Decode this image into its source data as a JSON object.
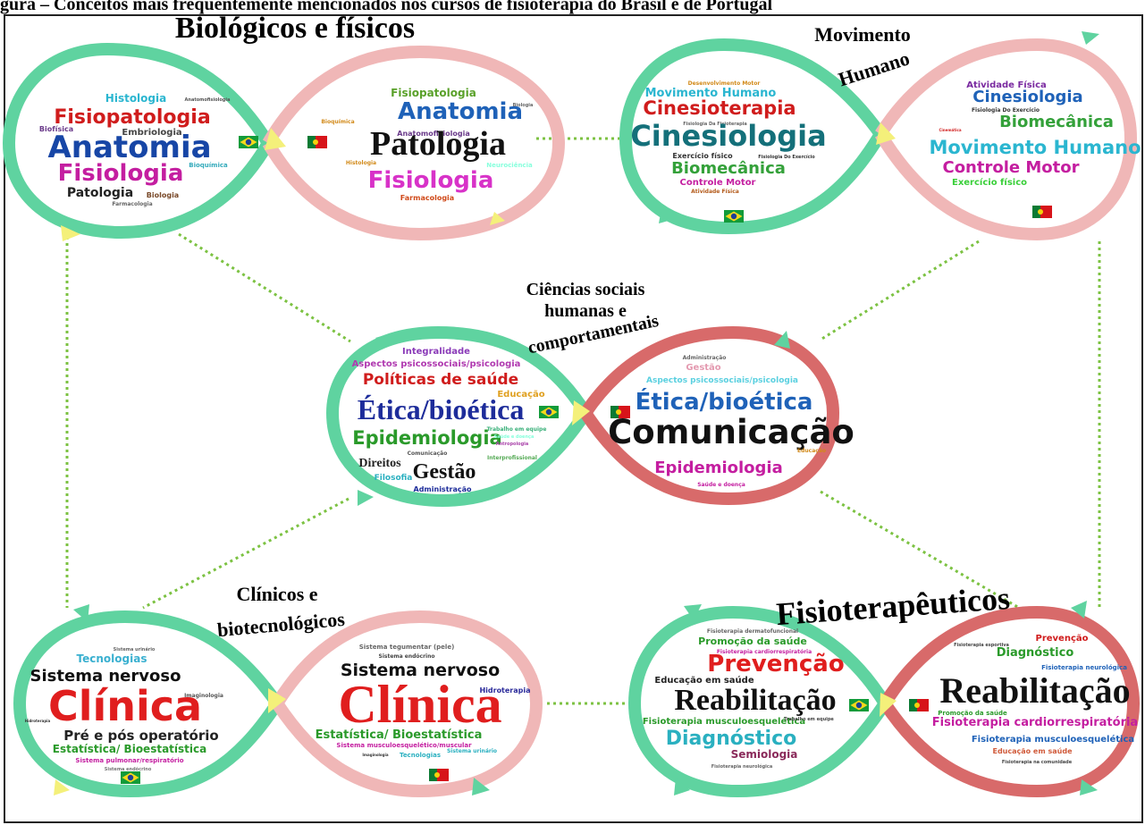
{
  "caption": "gura – Conceitos mais frequentemente mencionados nos cursos de fisioterapia do Brasil e de Portugal",
  "colors": {
    "brazil_loop": "#5fd3a0",
    "portugal_loop_light": "#f0b7b7",
    "portugal_loop_dark": "#d86a6a",
    "connector": "#7cc242",
    "arrowhead": "#f4f07a"
  },
  "flags": {
    "brazil": "flag-brazil",
    "portugal": "flag-portugal"
  },
  "clusters": {
    "bio": {
      "title": "Biológicos e físicos",
      "br": [
        "Histologia",
        "Anatomofisiologia",
        "Fisiopatologia",
        "Biofísica",
        "Embriologia",
        "Anatomia",
        "Fisiologia",
        "Bioquímica",
        "Patologia",
        "Biologia",
        "Farmacologia"
      ],
      "pt": [
        "Fisiopatologia",
        "Anatomia",
        "Biologia",
        "Bioquímica",
        "Anatomofisiologia",
        "Histologia",
        "Patologia",
        "Neurociência",
        "Fisiologia",
        "Farmacologia"
      ]
    },
    "mov": {
      "title_line1": "Movimento",
      "title_line2": "Humano",
      "br": [
        "Desenvolvimento Motor",
        "Movimento Humano",
        "Cinesioterapia",
        "Fisiologia Da Fisioterapia",
        "Cinesiologia",
        "Exercício físico",
        "Fisiologia Do Exercício",
        "Biomecânica",
        "Controle Motor",
        "Atividade Física"
      ],
      "pt": [
        "Atividade Física",
        "Cinesiologia",
        "Fisiologia Do Exercício",
        "Biomecânica",
        "Cinemática",
        "Movimento Humano",
        "Controle Motor",
        "Exercício físico"
      ]
    },
    "soc": {
      "title_line1": "Ciências sociais",
      "title_line2": "humanas e",
      "title_line3": "comportamentais",
      "br": [
        "Integralidade",
        "Aspectos psicossociais/psicologia",
        "Políticas de saúde",
        "Educação",
        "Ética/bioética",
        "Epidemiologia",
        "Trabalho em equipe",
        "Saúde e doença",
        "Antropologia",
        "Comunicação",
        "Direitos",
        "Interprofissional",
        "Filosofia",
        "Gestão",
        "Administração"
      ],
      "pt": [
        "Administração",
        "Gestão",
        "Aspectos psicossociais/psicologia",
        "Ética/bioética",
        "Comunicação",
        "Educação",
        "Epidemiologia",
        "Saúde e doença"
      ]
    },
    "cli": {
      "title_line1": "Clínicos e",
      "title_line2": "biotecnológicos",
      "br": [
        "Tecnologias",
        "Sistema urinário",
        "Sistema nervoso",
        "Clínica",
        "Imaginologia",
        "Hidroterapia",
        "Pré e pós operatório",
        "Estatística/ Bioestatística",
        "Sistema pulmonar/respiratório",
        "Sistema endócrino"
      ],
      "pt": [
        "Sistema tegumentar (pele)",
        "Sistema endócrino",
        "Sistema nervoso",
        "Clínica",
        "Hidroterapia",
        "Estatística/ Bioestatística",
        "Sistema musculoesquelético/muscular",
        "Imaginologia",
        "Tecnologias",
        "Sistema urinário"
      ]
    },
    "fis": {
      "title": "Fisioterapêuticos",
      "br": [
        "Fisioterapia dermatofuncional",
        "Promoção da saúde",
        "Fisioterapia cardiorrespiratória",
        "Prevenção",
        "Educação em saúde",
        "Reabilitação",
        "Fisioterapia musculoesquelética",
        "Trabalho em equipe",
        "Diagnóstico",
        "Semiologia",
        "Fisioterapia neurológica"
      ],
      "pt": [
        "Fisioterapia esportiva",
        "Prevenção",
        "Diagnóstico",
        "Fisioterapia neurológica",
        "Reabilitação",
        "Promoção da saúde",
        "Fisioterapia cardiorrespiratória",
        "Fisioterapia musculoesquelética",
        "Educação em saúde",
        "Fisioterapia na comunidade"
      ]
    }
  }
}
